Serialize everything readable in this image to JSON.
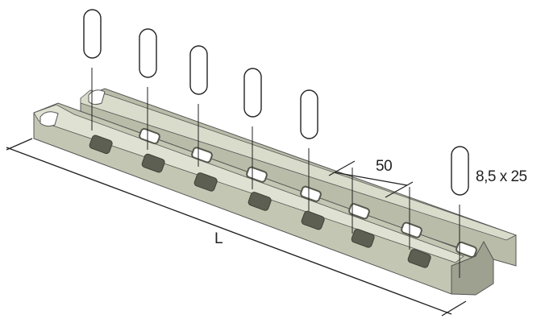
{
  "labels": {
    "length": "L",
    "pitch": "50",
    "slot_size": "8,5 x 25"
  },
  "colors": {
    "metal_light": "#d9dccb",
    "metal_mid": "#b9bca8",
    "metal_dark": "#8e917e",
    "slot": "#55584c",
    "line": "#222222"
  }
}
